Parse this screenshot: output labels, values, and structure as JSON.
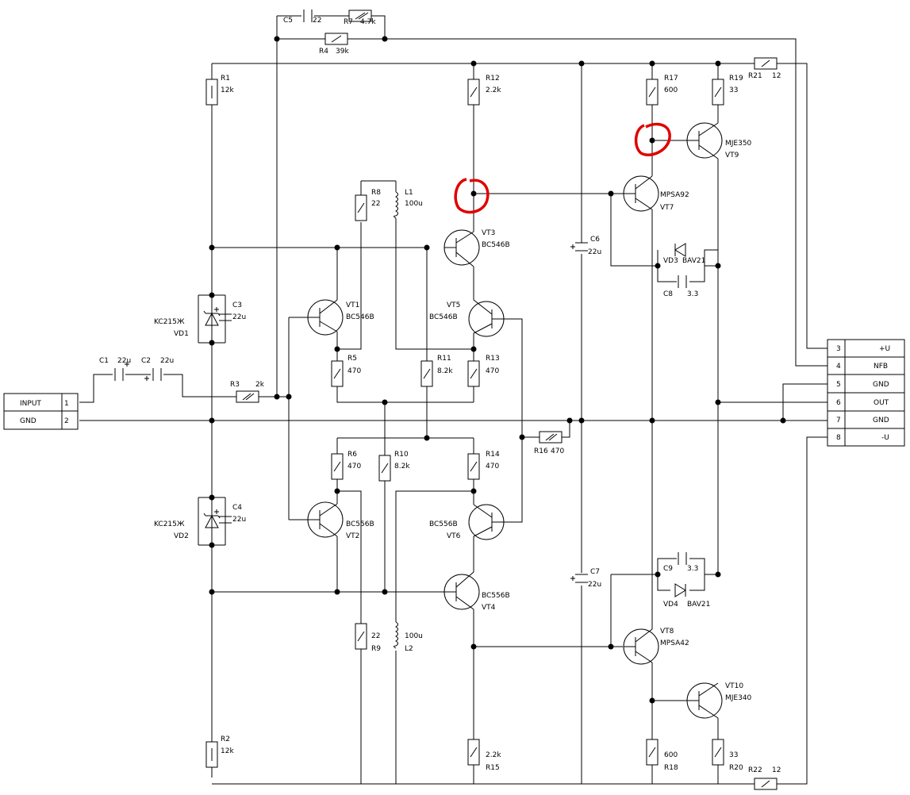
{
  "diagram": {
    "components": {
      "R1": {
        "ref": "R1",
        "value": "12k"
      },
      "R2": {
        "ref": "R2",
        "value": "12k"
      },
      "R3": {
        "ref": "R3",
        "value": "2k"
      },
      "R4": {
        "ref": "R4",
        "value": "39k"
      },
      "R5": {
        "ref": "R5",
        "value": "470"
      },
      "R6": {
        "ref": "R6",
        "value": "470"
      },
      "R7": {
        "ref": "R7",
        "value": "4.7k"
      },
      "R8": {
        "ref": "R8",
        "value": "22"
      },
      "R9": {
        "ref": "R9",
        "value": "22"
      },
      "R10": {
        "ref": "R10",
        "value": "8.2k"
      },
      "R11": {
        "ref": "R11",
        "value": "8.2k"
      },
      "R12": {
        "ref": "R12",
        "value": "2.2k"
      },
      "R13": {
        "ref": "R13",
        "value": "470"
      },
      "R14": {
        "ref": "R14",
        "value": "470"
      },
      "R15": {
        "ref": "R15",
        "value": "2.2k"
      },
      "R16": {
        "ref": "R16",
        "value": "470"
      },
      "R17": {
        "ref": "R17",
        "value": "600"
      },
      "R18": {
        "ref": "R18",
        "value": "600"
      },
      "R19": {
        "ref": "R19",
        "value": "33"
      },
      "R20": {
        "ref": "R20",
        "value": "33"
      },
      "R21": {
        "ref": "R21",
        "value": "12"
      },
      "R22": {
        "ref": "R22",
        "value": "12"
      },
      "C1": {
        "ref": "C1",
        "value": "22u"
      },
      "C2": {
        "ref": "C2",
        "value": "22u"
      },
      "C3": {
        "ref": "C3",
        "value": "22u"
      },
      "C4": {
        "ref": "C4",
        "value": "22u"
      },
      "C5": {
        "ref": "C5",
        "value": "22"
      },
      "C6": {
        "ref": "C6",
        "value": "22u"
      },
      "C7": {
        "ref": "C7",
        "value": "22u"
      },
      "C8": {
        "ref": "C8",
        "value": "3.3"
      },
      "C9": {
        "ref": "C9",
        "value": "3.3"
      },
      "L1": {
        "ref": "L1",
        "value": "100u"
      },
      "L2": {
        "ref": "L2",
        "value": "100u"
      },
      "VD1": {
        "ref": "VD1",
        "value": "KC215Ж"
      },
      "VD2": {
        "ref": "VD2",
        "value": "KC215Ж"
      },
      "VD3": {
        "ref": "VD3",
        "value": "BAV21"
      },
      "VD4": {
        "ref": "VD4",
        "value": "BAV21"
      },
      "VT1": {
        "ref": "VT1",
        "value": "BC546B"
      },
      "VT2": {
        "ref": "VT2",
        "value": "BC556B"
      },
      "VT3": {
        "ref": "VT3",
        "value": "BC546B"
      },
      "VT4": {
        "ref": "VT4",
        "value": "BC556B"
      },
      "VT5": {
        "ref": "VT5",
        "value": "BC546B"
      },
      "VT6": {
        "ref": "VT6",
        "value": "BC556B"
      },
      "VT7": {
        "ref": "VT7",
        "value": "MPSA92"
      },
      "VT8": {
        "ref": "VT8",
        "value": "MPSA42"
      },
      "VT9": {
        "ref": "VT9",
        "value": "MJE350"
      },
      "VT10": {
        "ref": "VT10",
        "value": "MJE340"
      }
    },
    "input_connector": [
      {
        "name": "INPUT",
        "pin": "1"
      },
      {
        "name": "GND",
        "pin": "2"
      }
    ],
    "output_connector": [
      {
        "pin": "3",
        "name": "+U"
      },
      {
        "pin": "4",
        "name": "NFB"
      },
      {
        "pin": "5",
        "name": "GND"
      },
      {
        "pin": "6",
        "name": "OUT"
      },
      {
        "pin": "7",
        "name": "GND"
      },
      {
        "pin": "8",
        "name": "-U"
      }
    ],
    "highlight_color": "#e00000"
  }
}
